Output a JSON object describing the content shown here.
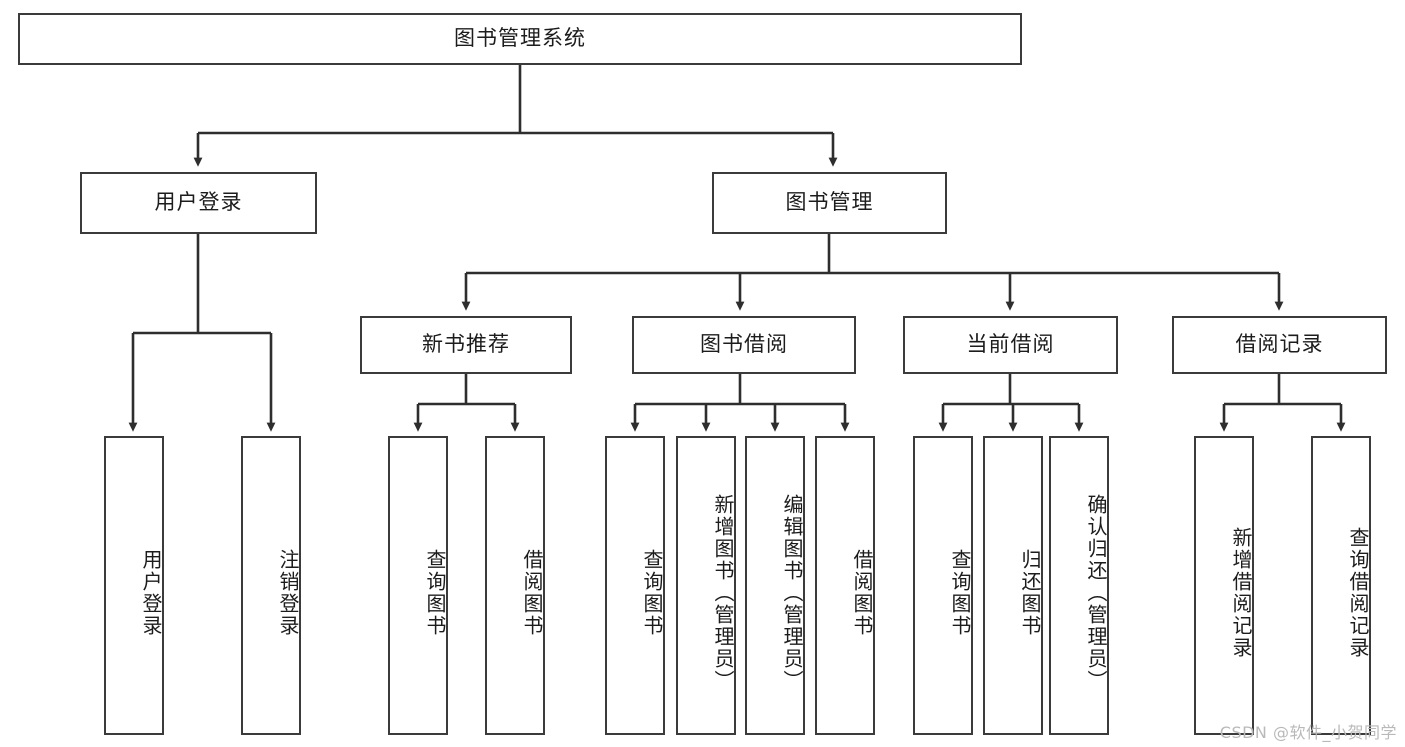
{
  "diagram": {
    "title": "图书管理系统",
    "root": {
      "label": "图书管理系统"
    },
    "level2": [
      {
        "label": "用户登录"
      },
      {
        "label": "图书管理"
      }
    ],
    "level3": [
      {
        "label": "新书推荐"
      },
      {
        "label": "图书借阅"
      },
      {
        "label": "当前借阅"
      },
      {
        "label": "借阅记录"
      }
    ],
    "leaves": {
      "user_login": [
        {
          "label": "用户登录"
        },
        {
          "label": "注销登录"
        }
      ],
      "new_book_recommend": [
        {
          "label": "查询图书"
        },
        {
          "label": "借阅图书"
        }
      ],
      "book_borrow": [
        {
          "label": "查询图书"
        },
        {
          "label": "新增图书（管理员）"
        },
        {
          "label": "编辑图书（管理员）"
        },
        {
          "label": "借阅图书"
        }
      ],
      "current_borrow": [
        {
          "label": "查询图书"
        },
        {
          "label": "归还图书"
        },
        {
          "label": "确认归还（管理员）"
        }
      ],
      "borrow_record": [
        {
          "label": "新增借阅记录"
        },
        {
          "label": "查询借阅记录"
        }
      ]
    }
  },
  "watermark": {
    "text": "CSDN @软件_小贺同学"
  },
  "colors": {
    "stroke": "#3b3b3b",
    "box_fill": "#ffffff",
    "text": "#1c1c1c",
    "watermark": "#b9b9b9",
    "background": "#ffffff"
  }
}
